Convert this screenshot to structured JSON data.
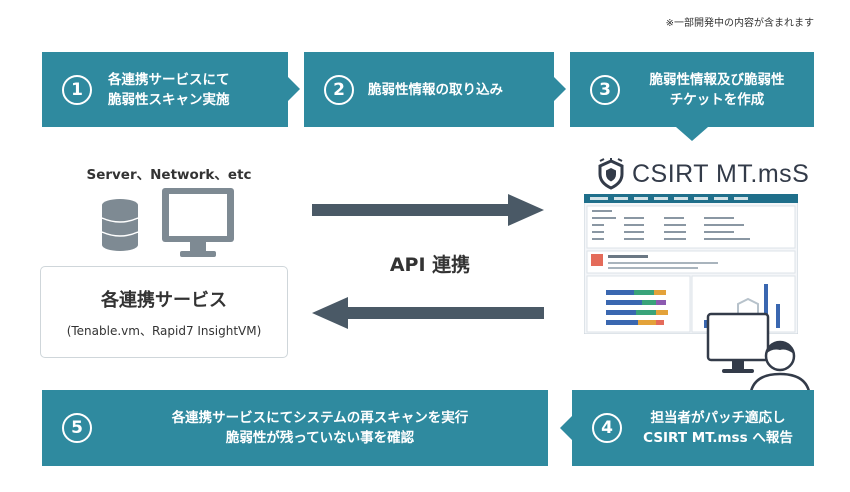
{
  "note": "※一部開発中の内容が含まれます",
  "steps": {
    "s1": {
      "num": "1",
      "line1": "各連携サービスにて",
      "line2": "脆弱性スキャン実施"
    },
    "s2": {
      "num": "2",
      "line1": "脆弱性情報の取り込み"
    },
    "s3": {
      "num": "3",
      "line1": "脆弱性情報及び脆弱性",
      "line2": "チケットを作成"
    },
    "s4": {
      "num": "4",
      "line1": "担当者がパッチ適応し",
      "line2": "CSIRT MT.mss へ報告"
    },
    "s5": {
      "num": "5",
      "line1": "各連携サービスにてシステムの再スキャンを実行",
      "line2": "脆弱性が残っていない事を確認"
    }
  },
  "servers_label": "Server、Network、etc",
  "service_box": {
    "title": "各連携サービス",
    "subtitle": "(Tenable.vm、Rapid7 InsightVM)"
  },
  "api_label": "API 連携",
  "logo_text": "CSIRT MT.msS",
  "icons": [
    "database-icon",
    "monitor-icon",
    "shield-logo-icon",
    "person-at-monitor-icon",
    "dashboard-screenshot"
  ],
  "colors": {
    "accent": "#2f8a9f",
    "arrow": "#4a5966",
    "logo": "#333b49"
  }
}
